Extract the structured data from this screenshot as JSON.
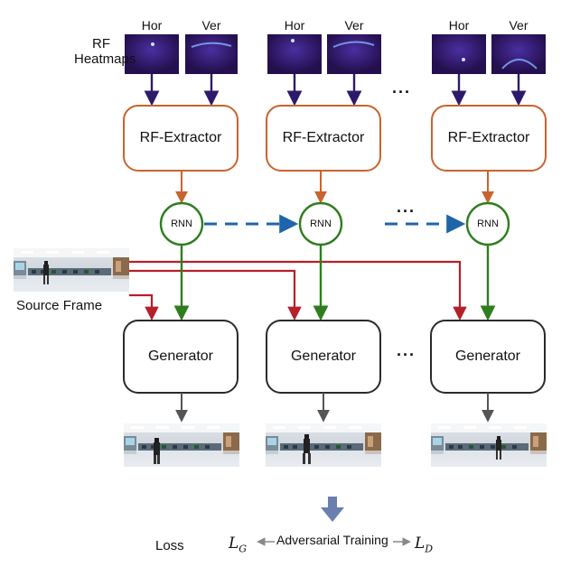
{
  "heatmaps": {
    "title_line1": "RF",
    "title_line2": "Heatmaps",
    "hor_label": "Hor",
    "ver_label": "Ver"
  },
  "extractor_label": "RF-Extractor",
  "rnn_label": "RNN",
  "generator_label": "Generator",
  "source_frame_label": "Source Frame",
  "ellipsis": "···",
  "loss": {
    "label": "Loss",
    "adversarial_label": "Adversarial Training",
    "lg_symbol": "L",
    "lg_sub": "G",
    "ld_symbol": "L",
    "ld_sub": "D"
  },
  "colors": {
    "heatmap_bg": "#2a1560",
    "heatmap_arrow": "#2e1a6b",
    "extractor_border": "#c8642d",
    "rnn_green": "#2e7d1e",
    "rnn_dash": "#1f64a8",
    "source_red": "#b5202a",
    "generator_border": "#2a2a2a",
    "output_arrow": "#555555",
    "adversarial_arrow": "#6a7fb0"
  }
}
